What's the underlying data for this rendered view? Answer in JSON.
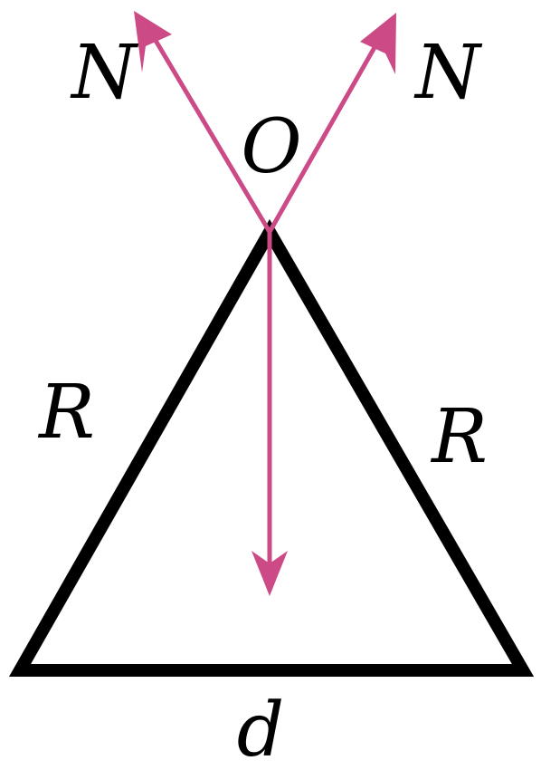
{
  "labels": {
    "normal_left": "N",
    "normal_right": "N",
    "apex": "O",
    "side_left": "R",
    "side_right": "R",
    "base": "d"
  },
  "colors": {
    "triangle": "#000000",
    "arrow": "#cc4a86"
  },
  "icons": {
    "arrow_left": "arrow-up-left-icon",
    "arrow_right": "arrow-up-right-icon",
    "arrow_down": "arrow-down-icon"
  }
}
